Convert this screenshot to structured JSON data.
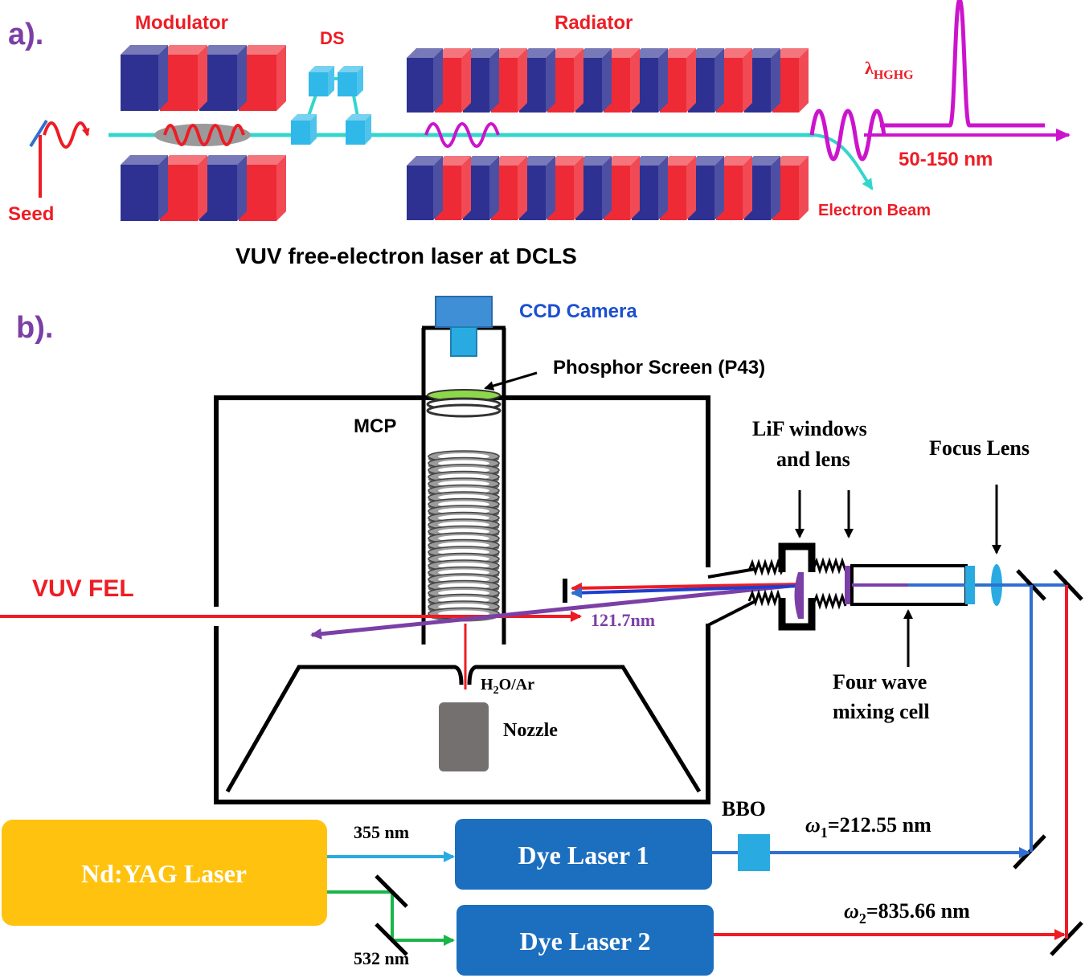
{
  "panel_a": {
    "label": "a).",
    "modulator": "Modulator",
    "ds": "DS",
    "radiator": "Radiator",
    "lambda_main": "λ",
    "lambda_sub": "HGHG",
    "range": "50-150 nm",
    "seed": "Seed",
    "electron_beam": "Electron Beam",
    "caption": "VUV free-electron laser at DCLS"
  },
  "panel_b": {
    "label": "b).",
    "ccd_camera": "CCD Camera",
    "phosphor_screen": "Phosphor Screen (P43)",
    "mcp": "MCP",
    "lif_line1": "LiF windows",
    "lif_line2": "and lens",
    "focus_lens": "Focus Lens",
    "vuv_fel": "VUV FEL",
    "wavelength_121": "121.7nm",
    "sample_h": "H",
    "sample_sub": "2",
    "sample_rest": "O/Ar",
    "nozzle": "Nozzle",
    "fwm_line1": "Four wave",
    "fwm_line2": "mixing cell",
    "bbo": "BBO",
    "nd_yag": "Nd:YAG Laser",
    "dye1": "Dye Laser 1",
    "dye2": "Dye Laser 2",
    "nm355": "355 nm",
    "nm532": "532 nm",
    "omega1_main": "ω",
    "omega1_sub": "1",
    "omega1_val": "=212.55 nm",
    "omega2_main": "ω",
    "omega2_sub": "2",
    "omega2_val": "=835.66 nm"
  },
  "colors": {
    "red": "#ee1c24",
    "magnet_blue": "#2e3192",
    "magnet_red": "#ee2a36",
    "cyan": "#33d6cc",
    "magenta": "#cc14cc",
    "purple": "#7b3fa6",
    "laser_blue": "#2f6fd0",
    "green": "#1ab54a",
    "yellow": "#ffc20e",
    "dye_blue": "#1c6fbf"
  }
}
